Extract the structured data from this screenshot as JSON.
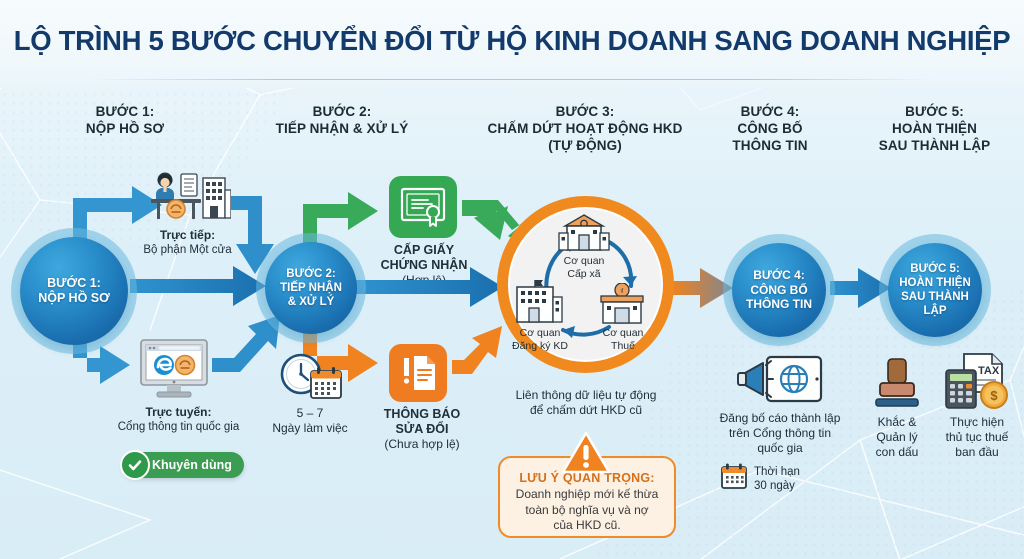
{
  "title": "LỘ TRÌNH 5 BƯỚC CHUYỂN ĐỔI TỪ HỘ KINH DOANH SANG DOANH NGHIỆP",
  "colors": {
    "title": "#123a6b",
    "background": "#ddeff8",
    "node_blue": "#1a6fb0",
    "node_ring": "#6ab9df",
    "green": "#34a853",
    "orange": "#f07c21",
    "warn_border": "#ef8b2a",
    "warn_bg": "#fdf1e4",
    "pill_green": "#3a9d52"
  },
  "column_headers": [
    {
      "line1": "BƯỚC 1:",
      "line2": "NỘP HỒ SƠ",
      "line3": ""
    },
    {
      "line1": "BƯỚC 2:",
      "line2": "TIẾP NHẬN & XỬ LÝ",
      "line3": ""
    },
    {
      "line1": "BƯỚC 3:",
      "line2": "CHẤM DỨT HOẠT ĐỘNG HKD",
      "line3": "(TỰ ĐỘNG)"
    },
    {
      "line1": "BƯỚC 4:",
      "line2": "CÔNG BỐ",
      "line3": "THÔNG TIN"
    },
    {
      "line1": "BƯỚC 5:",
      "line2": "HOÀN THIỆN",
      "line3": "SAU THÀNH LẬP"
    }
  ],
  "nodes": [
    {
      "id": "step1",
      "line1": "BƯỚC 1:",
      "line2": "NỘP HỒ SƠ",
      "line3": ""
    },
    {
      "id": "step2",
      "line1": "BƯỚC 2:",
      "line2": "TIẾP NHẬN",
      "line3": "& XỬ LÝ"
    },
    {
      "id": "step4",
      "line1": "BƯỚC 4:",
      "line2": "CÔNG BỐ",
      "line3": "THÔNG TIN"
    },
    {
      "id": "step5",
      "line1": "BƯỚC 5:",
      "line2": "HOÀN THIỆN",
      "line3": "SAU THÀNH LẬP"
    }
  ],
  "branch_offline": {
    "icon": "one-stop-counter-icon",
    "label_bold": "Trực tiếp:",
    "label_sub": "Bộ phận Một cửa"
  },
  "branch_online": {
    "icon": "desktop-browser-icon",
    "label_bold": "Trực tuyến:",
    "label_sub": "Cổng thông tin quốc gia",
    "badge": "Khuyên dùng"
  },
  "processing_time": {
    "icon": "clock-calendar-icon",
    "line1": "5 – 7",
    "line2": "Ngày làm việc"
  },
  "outcome_valid": {
    "icon": "certificate-icon",
    "line1": "CẤP GIẤY",
    "line2": "CHỨNG NHẬN",
    "line3": "(Hợp lệ)"
  },
  "outcome_invalid": {
    "icon": "document-alert-icon",
    "line1": "THÔNG BÁO",
    "line2": "SỬA ĐỔI",
    "line3": "(Chưa hợp lệ)"
  },
  "cycle": {
    "nodes": [
      {
        "id": "commune",
        "icon": "government-building-icon",
        "line1": "Cơ quan",
        "line2": "Cấp xã"
      },
      {
        "id": "tax",
        "icon": "tax-office-icon",
        "line1": "Cơ quan",
        "line2": "Thuế"
      },
      {
        "id": "business-registration",
        "icon": "registration-office-icon",
        "line1": "Cơ quan",
        "line2": "Đăng ký KD"
      }
    ],
    "caption_line1": "Liên thông dữ liệu tự động",
    "caption_line2": "để chấm dứt HKD cũ"
  },
  "warning": {
    "icon": "warning-triangle-icon",
    "header": "LƯU Ý QUAN TRỌNG:",
    "line1": "Doanh nghiệp mới kế thừa",
    "line2": "toàn bộ nghĩa vụ và nợ",
    "line3": "của HKD cũ."
  },
  "step4_detail": {
    "icon": "megaphone-tablet-icon",
    "line1": "Đăng bố cáo thành lập",
    "line2": "trên Cổng thông tin",
    "line3": "quốc gia",
    "deadline_icon": "calendar-icon",
    "deadline_line1": "Thời hạn",
    "deadline_line2": "30 ngày"
  },
  "step5_details": [
    {
      "icon": "rubber-stamp-icon",
      "line1": "Khắc &",
      "line2": "Quản lý",
      "line3": "con dấu"
    },
    {
      "icon": "tax-calculator-icon",
      "line1": "Thực hiện",
      "line2": "thủ tục thuế",
      "line3": "ban đầu"
    }
  ]
}
